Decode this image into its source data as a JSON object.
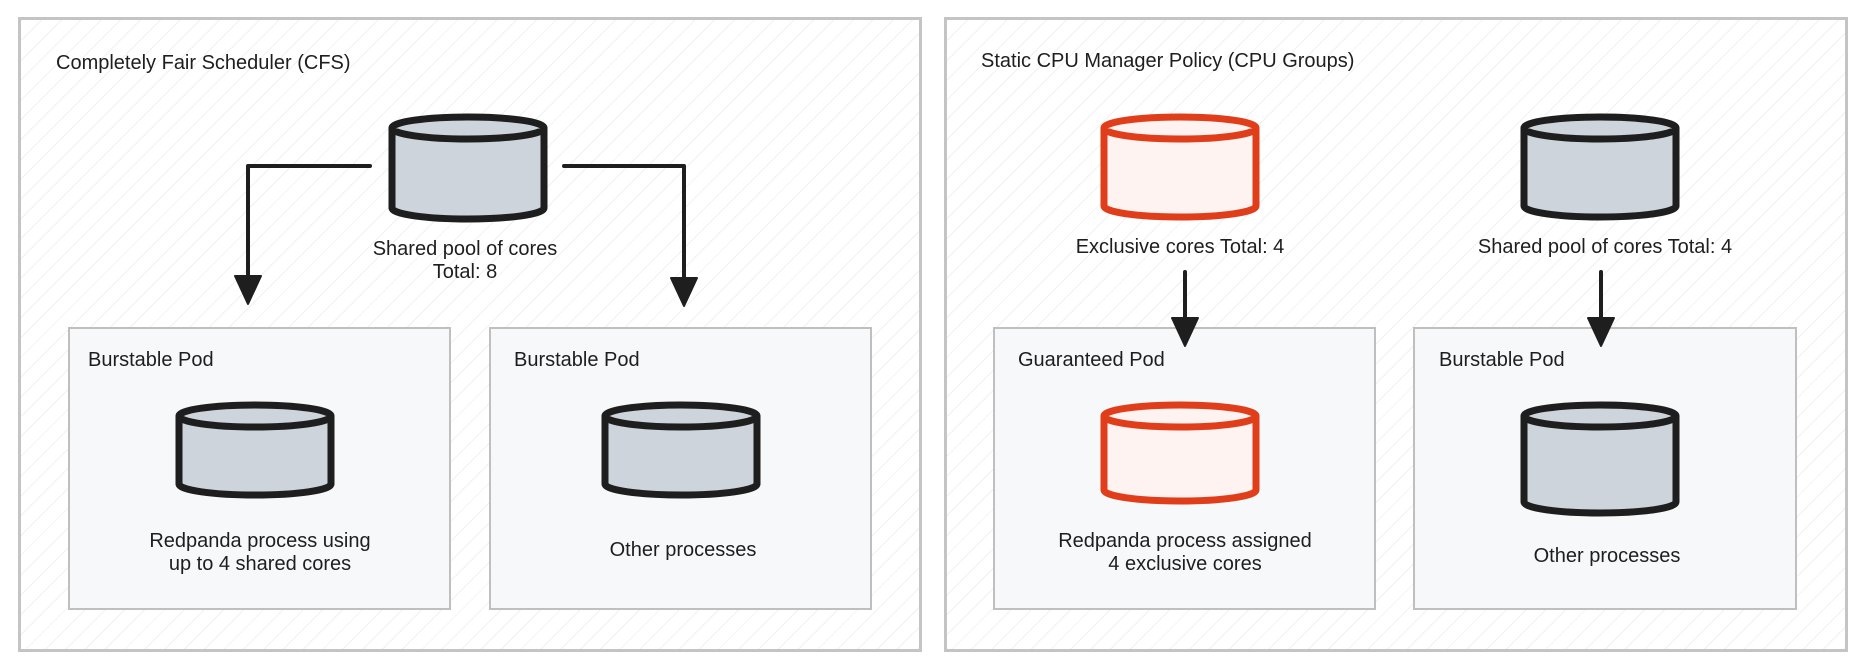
{
  "colors": {
    "panel_border": "#c4c4c4",
    "pod_border": "#bfbfbf",
    "pod_fill": "#f7f8fa",
    "shared_core_fill": "#ced4db",
    "shared_core_stroke": "#1e1e1e",
    "exclusive_core_fill": "#fff3f1",
    "exclusive_core_stroke": "#e03e1a",
    "arrow": "#1e1e1e"
  },
  "cfs": {
    "title": "Completely Fair Scheduler (CFS)",
    "pool_label_line1": "Shared pool of cores",
    "pool_label_line2": "Total: 8",
    "pods": [
      {
        "title": "Burstable Pod",
        "caption_line1": "Redpanda process using",
        "caption_line2": "up to 4 shared cores",
        "core_icon": "shared-cores-cylinder"
      },
      {
        "title": "Burstable Pod",
        "caption_line1": "Other processes",
        "caption_line2": "",
        "core_icon": "shared-cores-cylinder"
      }
    ]
  },
  "static": {
    "title": "Static CPU Manager Policy (CPU Groups)",
    "exclusive_label": "Exclusive cores Total: 4",
    "shared_label": "Shared pool of cores Total: 4",
    "pods": [
      {
        "title": "Guaranteed Pod",
        "caption_line1": "Redpanda process assigned",
        "caption_line2": "4 exclusive cores",
        "core_icon": "exclusive-cores-cylinder"
      },
      {
        "title": "Burstable Pod",
        "caption_line1": "Other processes",
        "caption_line2": "",
        "core_icon": "shared-cores-cylinder"
      }
    ]
  }
}
